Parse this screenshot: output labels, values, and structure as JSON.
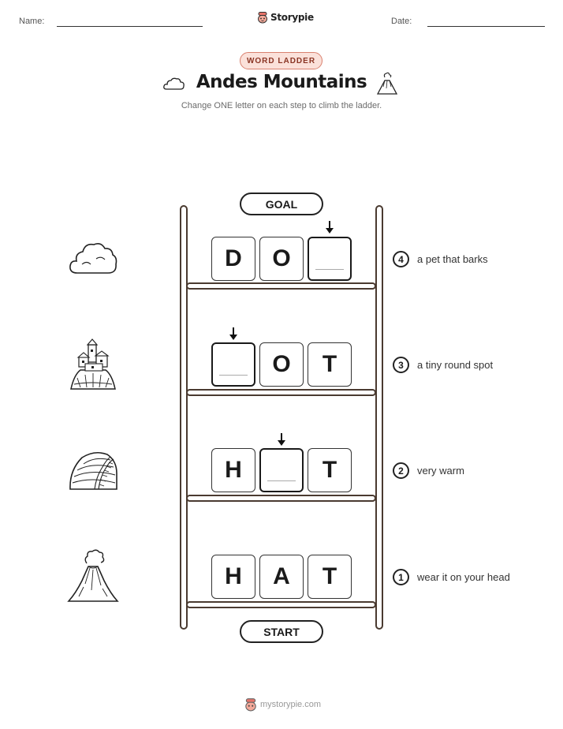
{
  "header": {
    "name_label": "Name:",
    "date_label": "Date:",
    "brand": "Storypie"
  },
  "worksheet": {
    "badge": "WORD LADDER",
    "title": "Andes Mountains",
    "subtitle": "Change ONE letter on each step to climb the ladder."
  },
  "ladder": {
    "goal_label": "GOAL",
    "start_label": "START",
    "steps": [
      {
        "number": "4",
        "clue": "a pet that barks",
        "letters": [
          "D",
          "O",
          ""
        ],
        "icon": "cloud-icon"
      },
      {
        "number": "3",
        "clue": "a tiny round spot",
        "letters": [
          "",
          "O",
          "T"
        ],
        "icon": "hilltop-village-icon"
      },
      {
        "number": "2",
        "clue": "very warm",
        "letters": [
          "H",
          "",
          "T"
        ],
        "icon": "terraced-hill-icon"
      },
      {
        "number": "1",
        "clue": "wear it on your head",
        "letters": [
          "H",
          "A",
          "T"
        ],
        "icon": "volcano-icon"
      }
    ]
  },
  "footer": {
    "site": "mystorypie.com"
  },
  "colors": {
    "badge_border": "#d9816f",
    "badge_fill": "#fbe1da",
    "badge_text": "#8a3423",
    "rail": "#4a3a30"
  }
}
